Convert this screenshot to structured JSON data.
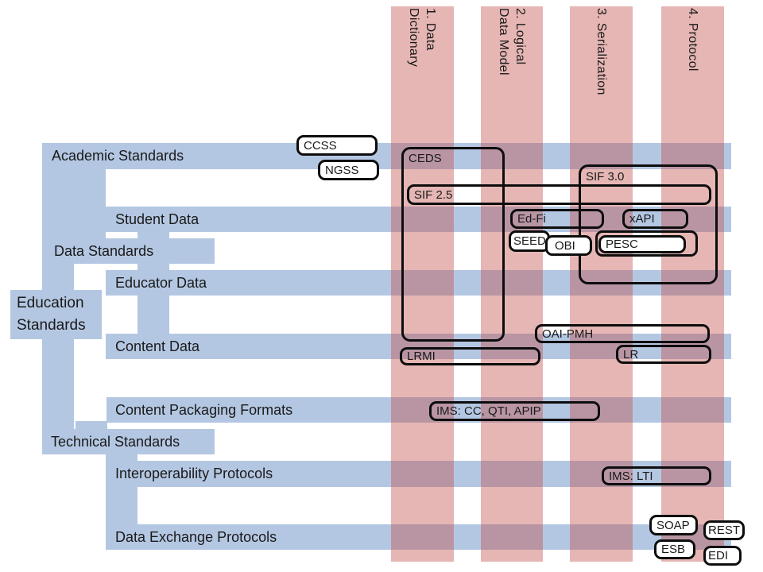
{
  "columns": [
    {
      "line1": "1. Data",
      "line2": "Dictionary"
    },
    {
      "line1": "2. Logical",
      "line2": "Data Model"
    },
    {
      "line1": "3. Serialization",
      "line2": ""
    },
    {
      "line1": "4. Protocol",
      "line2": ""
    }
  ],
  "rows": {
    "academic": "Academic Standards",
    "student": "Student Data",
    "data_standards": "Data Standards",
    "educator": "Educator Data",
    "content": "Content Data",
    "packaging": "Content Packaging Formats",
    "technical": "Technical Standards",
    "interoperability": "Interoperability Protocols",
    "data_exchange": "Data Exchange Protocols"
  },
  "root": {
    "line1": "Education",
    "line2": "Standards"
  },
  "boxes": {
    "ccss": "CCSS",
    "ngss": "NGSS",
    "ceds": "CEDS",
    "sif25": "SIF 2.5",
    "sif30": "SIF 3.0",
    "edfi": "Ed-Fi",
    "xapi": "xAPI",
    "seed": "SEED",
    "obi": "OBI",
    "pesc": "PESC",
    "oaipmh": "OAI-PMH",
    "lr": "LR",
    "lrmi": "LRMI",
    "ims_cc": "IMS: CC, QTI, APIP",
    "ims_lti": "IMS: LTI",
    "soap": "SOAP",
    "rest": "REST",
    "esb": "ESB",
    "edi": "EDI"
  },
  "colors": {
    "band_blue": "#b4c7e2",
    "column_pink_overlay": "rgba(192,80,77,0.42)",
    "box_border": "#0d0d0d",
    "text": "#1a1a1a"
  }
}
